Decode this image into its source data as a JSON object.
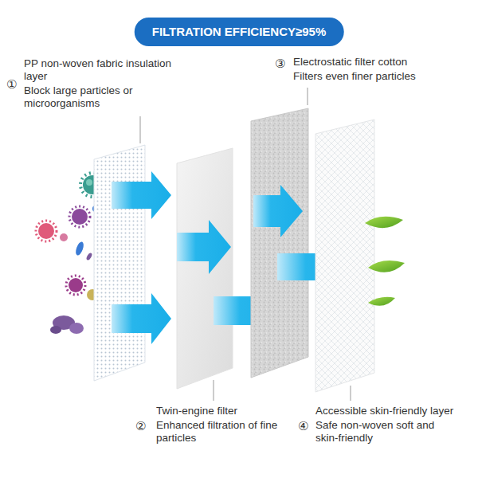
{
  "diagram": {
    "title": "FILTRATION EFFICIENCY≥95%",
    "labels": [
      "①",
      "PP non-woven fabric insulation layer",
      "Block large particles or microorganisms",
      "③",
      "Electrostatic filter cotton",
      "Filters even finer particles",
      "②",
      "Twin-engine filter",
      "Enhanced filtration of fine particles",
      "④",
      "Accessible skin-friendly layer",
      "Safe non-woven soft and skin-friendly"
    ]
  }
}
